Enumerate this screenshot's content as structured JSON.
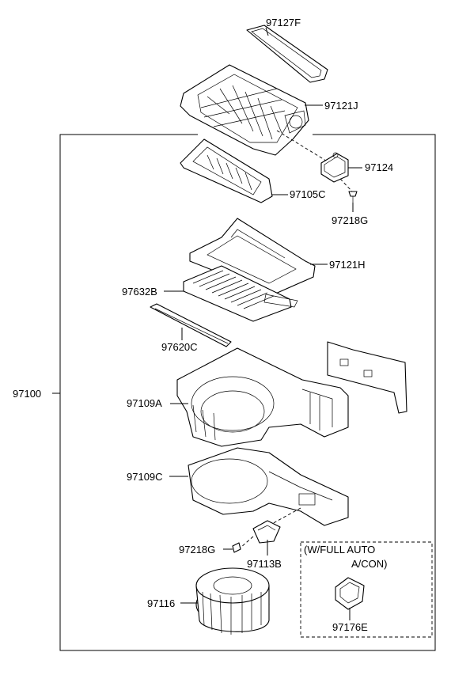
{
  "parts": {
    "p97127F": "97127F",
    "p97121J": "97121J",
    "p97124": "97124",
    "p97105C": "97105C",
    "p97218G_top": "97218G",
    "p97121H": "97121H",
    "p97632B": "97632B",
    "p97620C": "97620C",
    "p97100": "97100",
    "p97109A": "97109A",
    "p97109C": "97109C",
    "p97218G_bottom": "97218G",
    "p97113B": "97113B",
    "p97116": "97116",
    "p97176E": "97176E"
  },
  "option_box": {
    "line1": "(W/FULL AUTO",
    "line2": "A/CON)"
  }
}
